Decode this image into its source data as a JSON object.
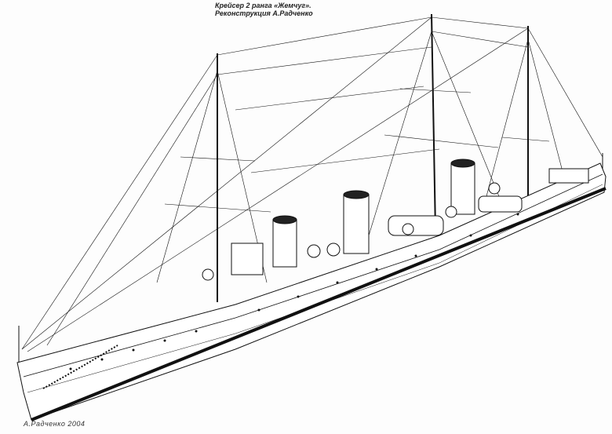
{
  "caption": {
    "line1": "Крейсер 2 ранга «Жемчуг».",
    "line2": "Реконструкция А.Радченко"
  },
  "signature": "А.Радченко 2004",
  "colors": {
    "ink": "#111111",
    "paper": "#fdfdfd"
  }
}
